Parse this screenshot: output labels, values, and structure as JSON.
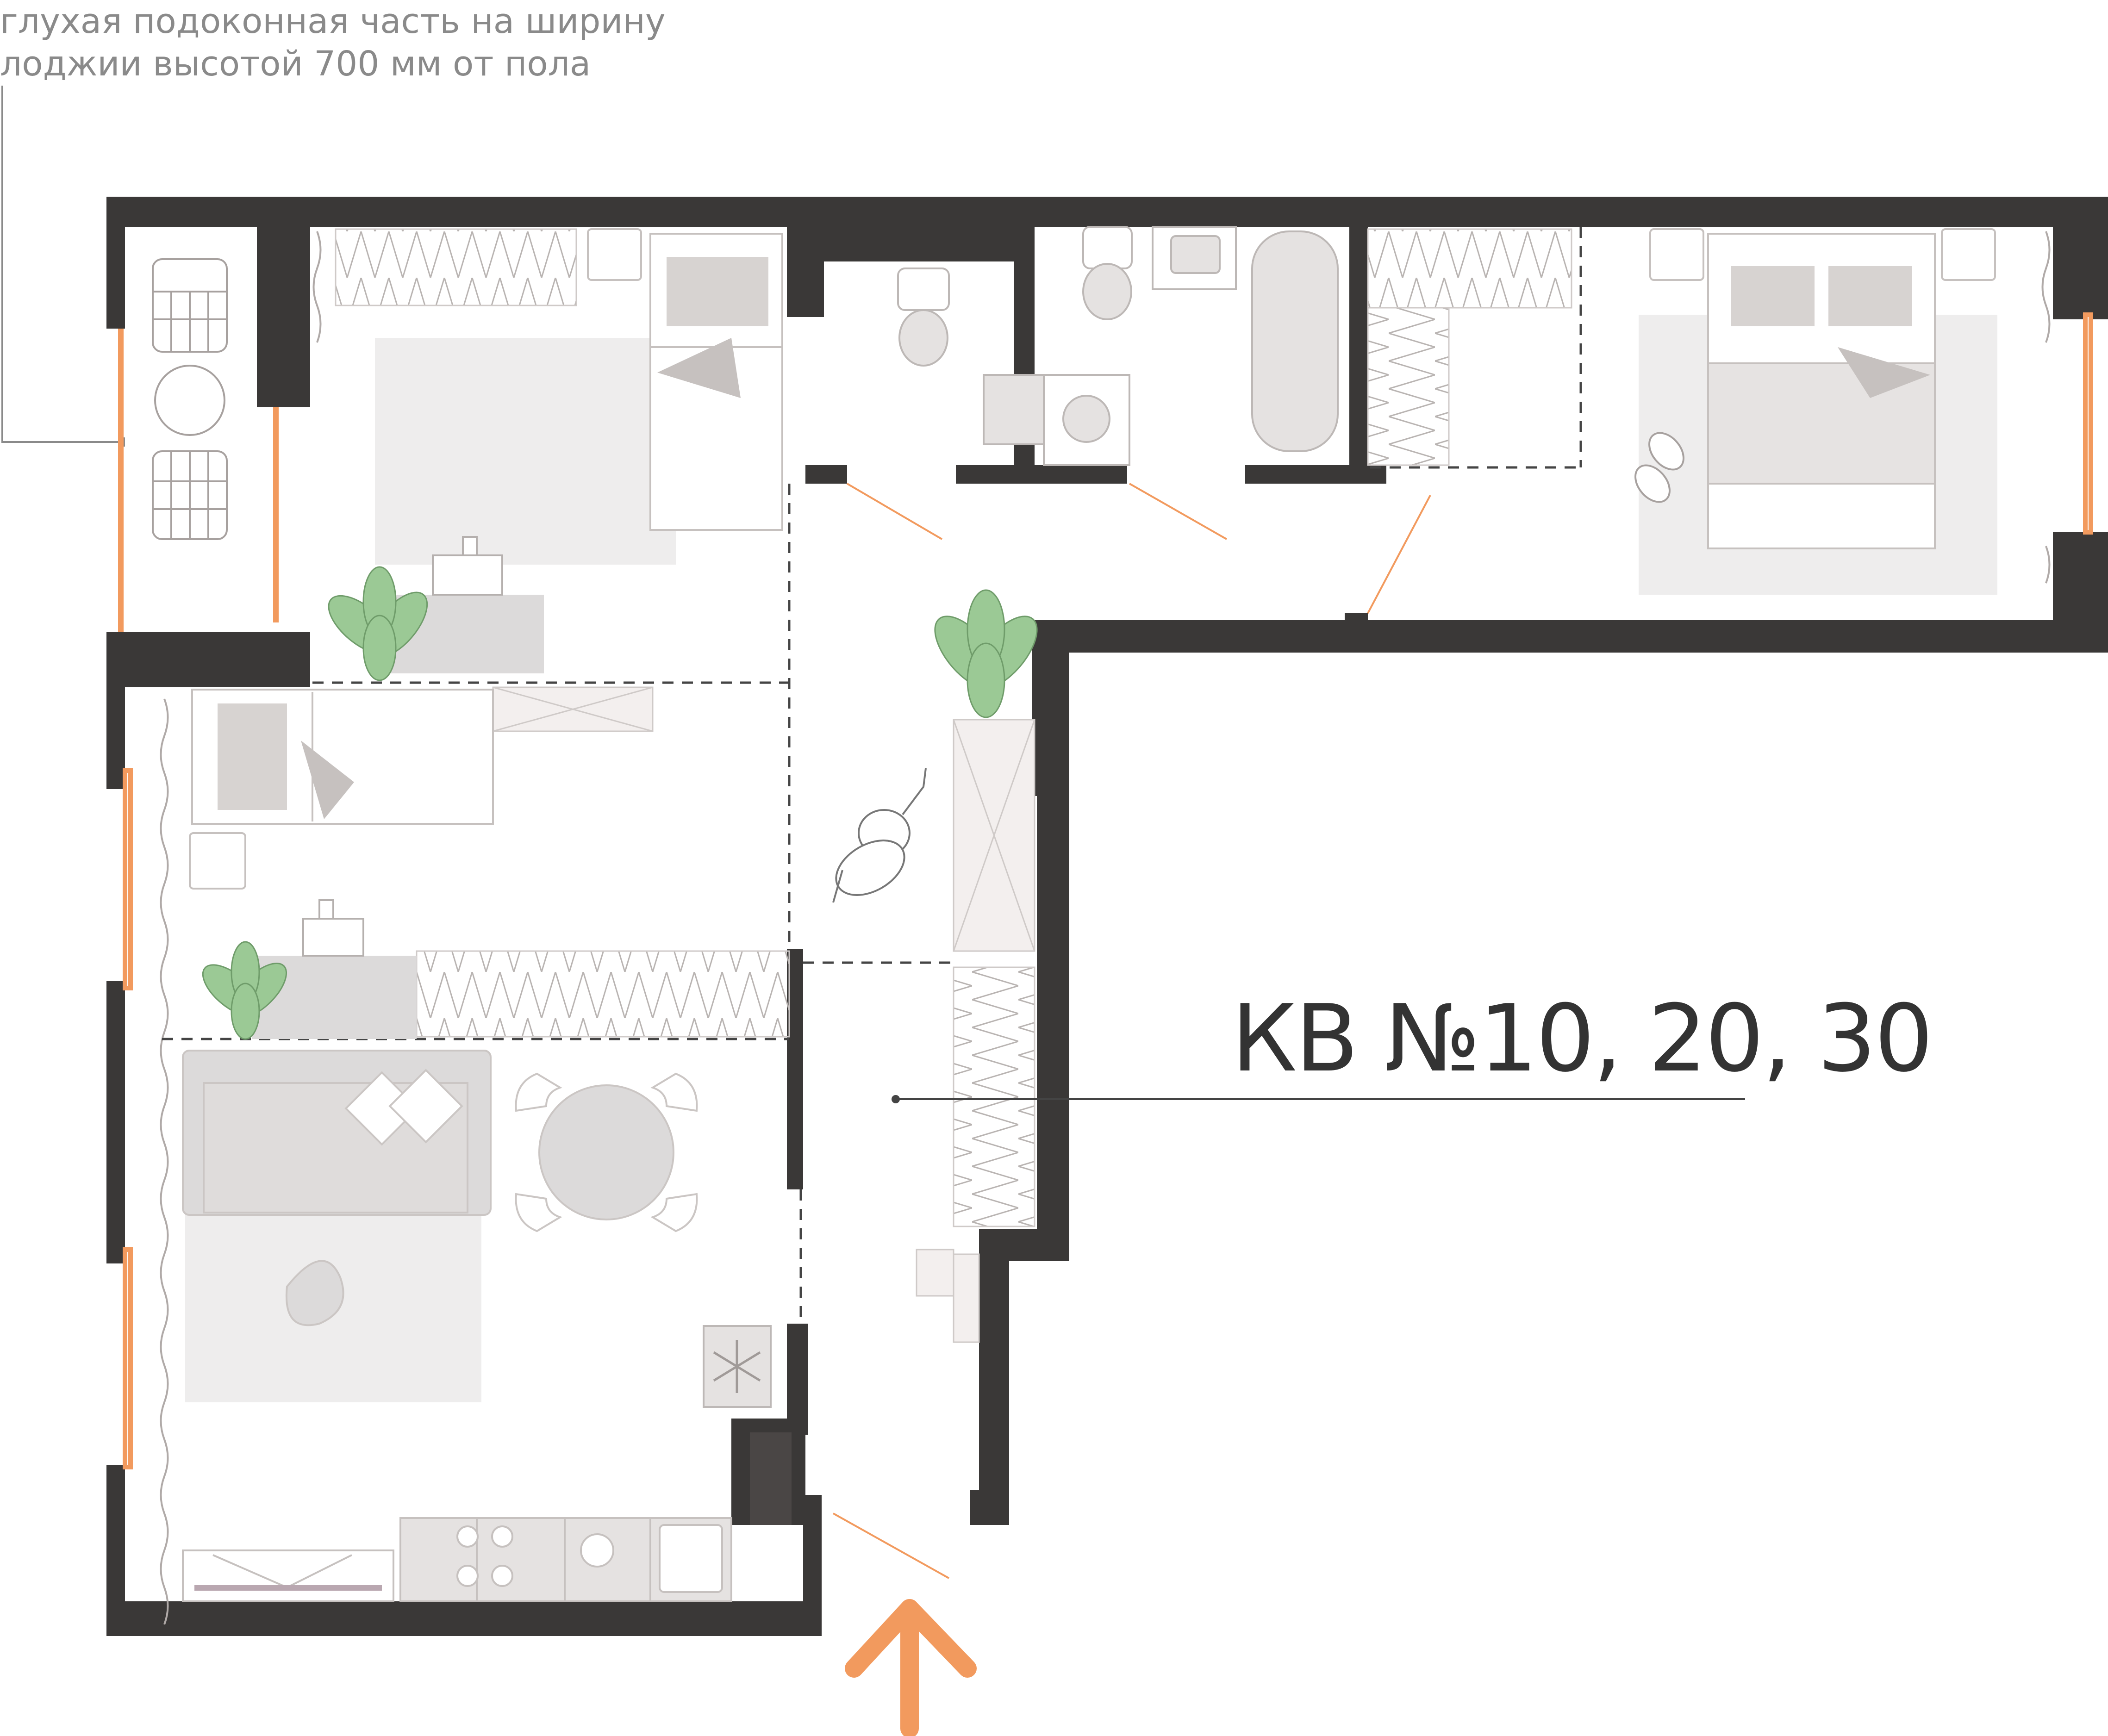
{
  "annotation": {
    "line1": "глухая подоконная часть на ширину",
    "line2": "лоджии высотой 700 мм от пола"
  },
  "apartment": {
    "title": "КВ №10, 20, 30"
  },
  "icons": {
    "entrance": "arrow-up-icon",
    "snowflake": "snowflake-icon"
  },
  "colors": {
    "wall": "#3a3837",
    "window": "#f29a5e",
    "entrance_arrow": "#f29a5e",
    "plant": "#8fbf8a",
    "furniture": "#dcdada",
    "rug": "#eeeded",
    "text": "#333333",
    "note": "#8a8a8a"
  }
}
